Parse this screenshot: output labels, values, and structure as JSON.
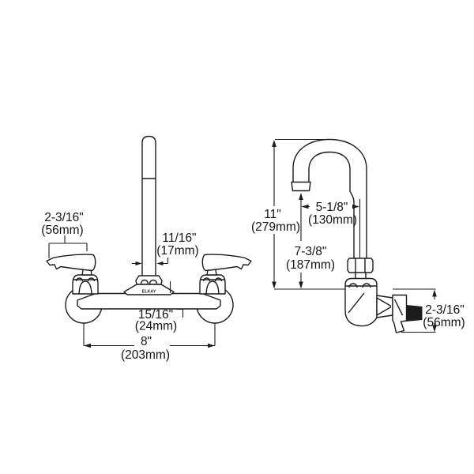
{
  "drawing": {
    "brand_label": "ELKAY",
    "front_view": {
      "handle_length_in": "2-3/16\"",
      "handle_length_mm": "(56mm)",
      "spout_width_in": "11/16\"",
      "spout_width_mm": "(17mm)",
      "body_depth_in": "15/16\"",
      "body_depth_mm": "(24mm)",
      "faucet_centers_in": "8\"",
      "faucet_centers_mm": "(203mm)"
    },
    "side_view": {
      "overall_height_in": "11\"",
      "overall_height_mm": "(279mm)",
      "spout_reach_in": "5-1/8\"",
      "spout_reach_mm": "(130mm)",
      "spout_height_in": "7-3/8\"",
      "spout_height_mm": "(187mm)",
      "inlet_drop_in": "2-3/16\"",
      "inlet_drop_mm": "(56mm)"
    }
  }
}
